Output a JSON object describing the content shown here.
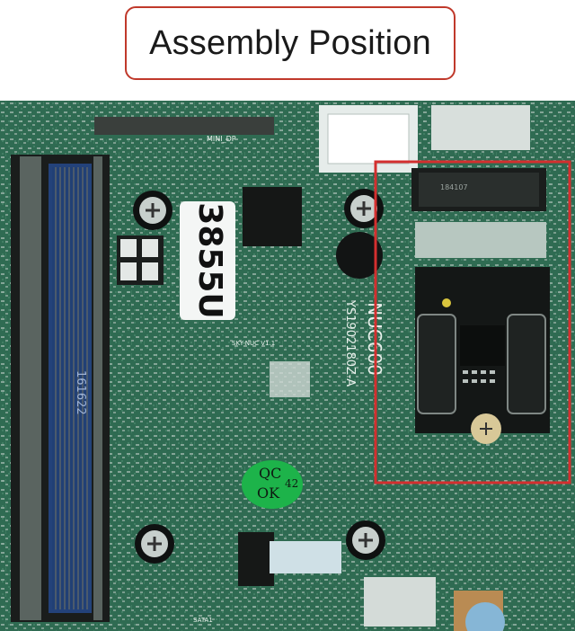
{
  "title": "Assembly Position",
  "photo": {
    "sticker_model": "3855U",
    "board_model": "NUC600",
    "board_serial": "YS1902180Z-A",
    "dimm_code": "161622",
    "qc_line1": "QC",
    "qc_line2": "OK",
    "qc_number": "42",
    "silk_mini_dp": "MINI_DP",
    "silk_board": "SKY-NUC V1.1",
    "silk_sata": "SATA1",
    "m2_code": "184107"
  },
  "colors": {
    "title_border": "#c0392b",
    "highlight": "#d32f2f",
    "pcb": "#2f6b52",
    "ram": "#23427a",
    "qc_sticker": "#1db34a"
  }
}
